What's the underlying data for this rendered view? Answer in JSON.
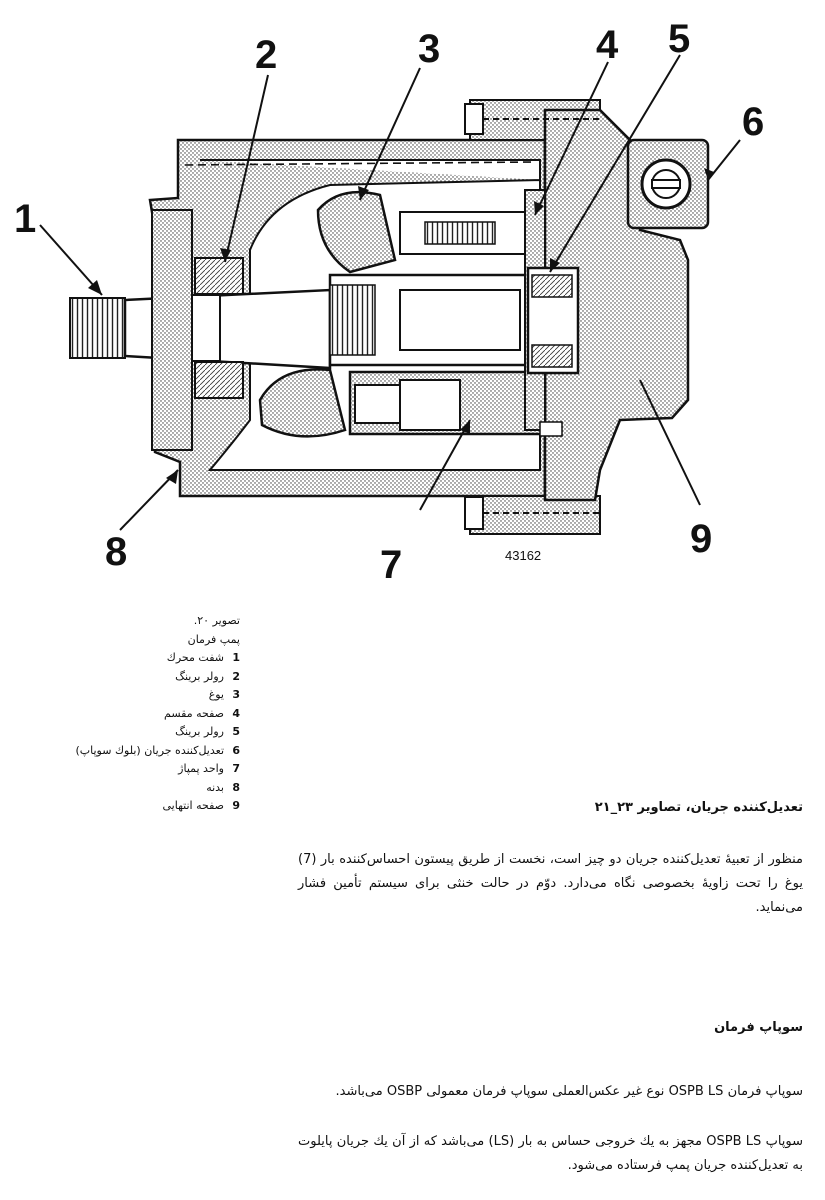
{
  "figure": {
    "callouts": [
      "1",
      "2",
      "3",
      "4",
      "5",
      "6",
      "7",
      "8",
      "9"
    ],
    "code": "43162"
  },
  "caption": {
    "title": "تصویر ۲۰.",
    "subtitle": "پمپ فرمان",
    "items": [
      {
        "num": "1",
        "label": "شفت محرك"
      },
      {
        "num": "2",
        "label": "رولر برینگ"
      },
      {
        "num": "3",
        "label": "یوغ"
      },
      {
        "num": "4",
        "label": "صفحه مقسم"
      },
      {
        "num": "5",
        "label": "رولر برینگ"
      },
      {
        "num": "6",
        "label": "تعدیل‌کننده جریان (بلوك سوپاپ)"
      },
      {
        "num": "7",
        "label": "واحد پمپاژ"
      },
      {
        "num": "8",
        "label": "بدنه"
      },
      {
        "num": "9",
        "label": "صفحه انتهایی"
      }
    ]
  },
  "section1": {
    "heading": "تعدیل‌کننده جریان، تصاویر ۲۳_۲۱",
    "paragraph": "منظور از تعبیهٔ تعدیل‌کننده جریان دو چیز است، نخست از طریق پیستون احساس‌کننده بار (7) یوغ را تحت زاویهٔ بخصوصی نگاه می‌دارد. دوّم در حالت خنثی برای سیستم تأمین فشار می‌نماید."
  },
  "section2": {
    "heading": "سوپاپ فرمان",
    "paragraph1": "سوپاپ فرمان OSPB LS نوع غیر عکس‌العملی سوپاپ فرمان معمولی OSBP می‌باشد.",
    "paragraph2": "سوپاپ OSPB LS مجهز به یك خروجی حساس به بار (LS) می‌باشد که از آن یك جریان پایلوت به تعدیل‌کننده جریان پمپ فرستاده می‌شود."
  }
}
